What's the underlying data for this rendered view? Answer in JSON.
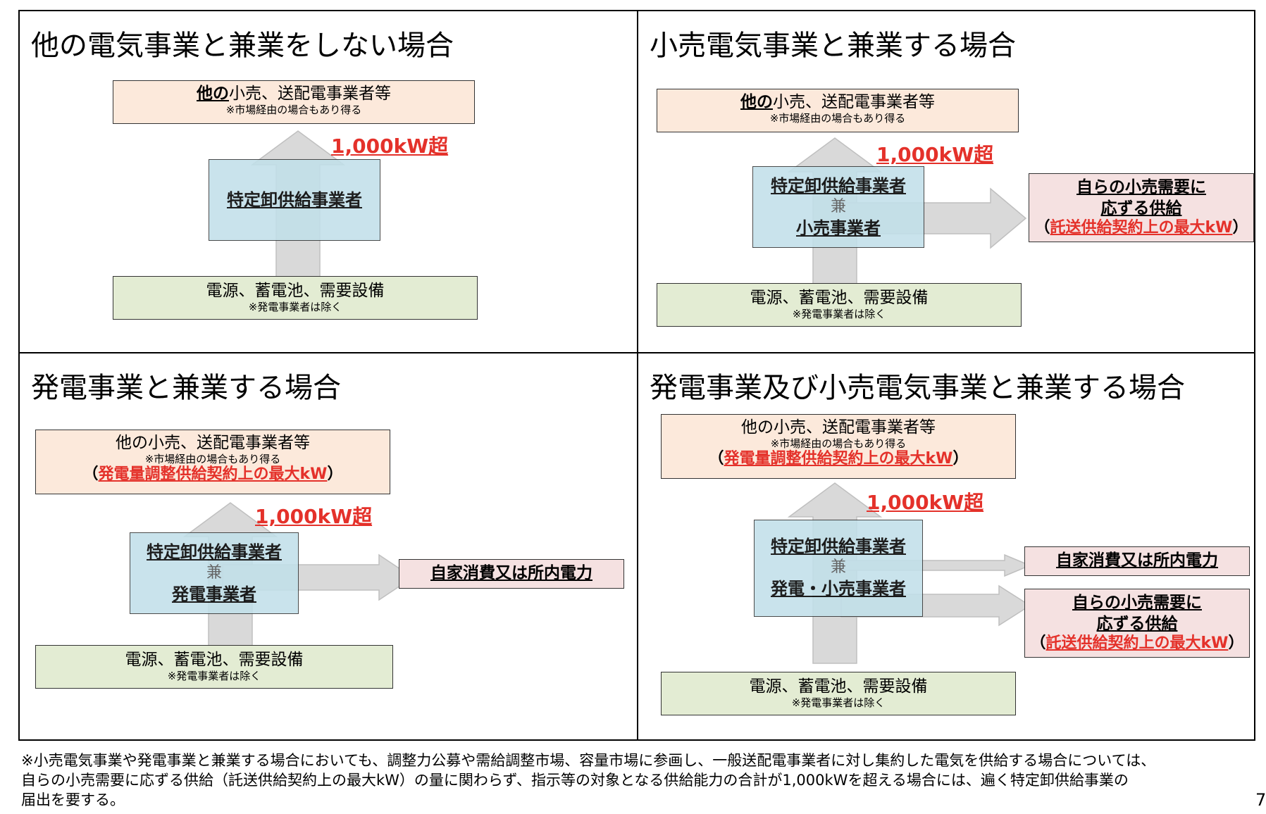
{
  "panel1": {
    "title": "他の電気事業と兼業をしない場合",
    "top_box": {
      "bold": "他の",
      "rest": "小売、送配電事業者等",
      "note": "※市場経由の場合もあり得る"
    },
    "threshold": "1,000kW超",
    "entity": "特定卸供給事業者",
    "bottom_box": {
      "main": "電源、蓄電池、需要設備",
      "note": "※発電事業者は除く"
    }
  },
  "panel2": {
    "title": "小売電気事業と兼業する場合",
    "top_box": {
      "bold": "他の",
      "rest": "小売、送配電事業者等",
      "note": "※市場経由の場合もあり得る"
    },
    "threshold": "1,000kW超",
    "entity_line1": "特定卸供給事業者",
    "entity_line2": "兼",
    "entity_line3": "小売事業者",
    "side_box": {
      "line1": "自らの小売需要に",
      "line2": "応ずる供給",
      "open": "（",
      "red": "託送供給契約上の最大kW",
      "close": "）"
    },
    "bottom_box": {
      "main": "電源、蓄電池、需要設備",
      "note": "※発電事業者は除く"
    }
  },
  "panel3": {
    "title": "発電事業と兼業する場合",
    "top_box": {
      "main": "他の小売、送配電事業者等",
      "note": "※市場経由の場合もあり得る",
      "open": "（",
      "red": "発電量調整供給契約上の最大kW",
      "close": "）"
    },
    "threshold": "1,000kW超",
    "entity_line1": "特定卸供給事業者",
    "entity_line2": "兼",
    "entity_line3": "発電事業者",
    "side_box": {
      "text": "自家消費又は所内電力"
    },
    "bottom_box": {
      "main": "電源、蓄電池、需要設備",
      "note": "※発電事業者は除く"
    }
  },
  "panel4": {
    "title": "発電事業及び小売電気事業と兼業する場合",
    "top_box": {
      "main": "他の小売、送配電事業者等",
      "note": "※市場経由の場合もあり得る",
      "open": "（",
      "red": "発電量調整供給契約上の最大kW",
      "close": "）"
    },
    "threshold": "1,000kW超",
    "entity_line1": "特定卸供給事業者",
    "entity_line2": "兼",
    "entity_line3": "発電・小売事業者",
    "side_box1": {
      "text": "自家消費又は所内電力"
    },
    "side_box2": {
      "line1": "自らの小売需要に",
      "line2": "応ずる供給",
      "open": "（",
      "red": "託送供給契約上の最大kW",
      "close": "）"
    },
    "bottom_box": {
      "main": "電源、蓄電池、需要設備",
      "note": "※発電事業者は除く"
    }
  },
  "footnote": {
    "line1": "※小売電気事業や発電事業と兼業する場合においても、調整力公募や需給調整市場、容量市場に参画し、一般送配電事業者に対し集約した電気を供給する場合については、",
    "line2": "自らの小売需要に応ずる供給（託送供給契約上の最大kW）の量に関わらず、指示等の対象となる供給能力の合計が1,000kWを超える場合には、遍く特定卸供給事業の",
    "line3": "届出を要する。"
  },
  "page_number": "7"
}
